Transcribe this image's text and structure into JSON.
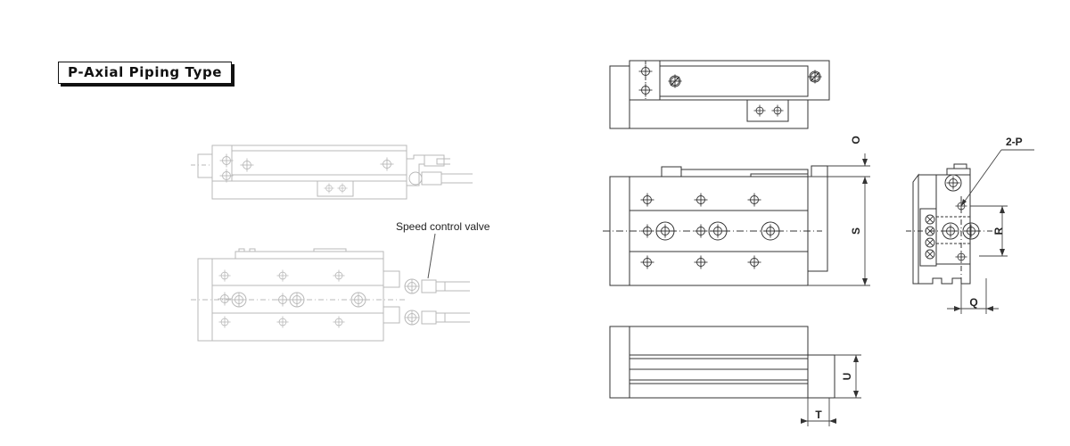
{
  "header": {
    "title": "P-Axial Piping Type"
  },
  "callouts": {
    "speed_control_valve": "Speed control valve"
  },
  "dimensions": {
    "O": "O",
    "S": "S",
    "R": "R",
    "P": "2-P",
    "Q": "Q",
    "U": "U",
    "T": "T"
  },
  "colors": {
    "line_light": "#b9b9b9",
    "line_dark": "#333333",
    "dim_line": "#444444",
    "text": "#222222"
  }
}
